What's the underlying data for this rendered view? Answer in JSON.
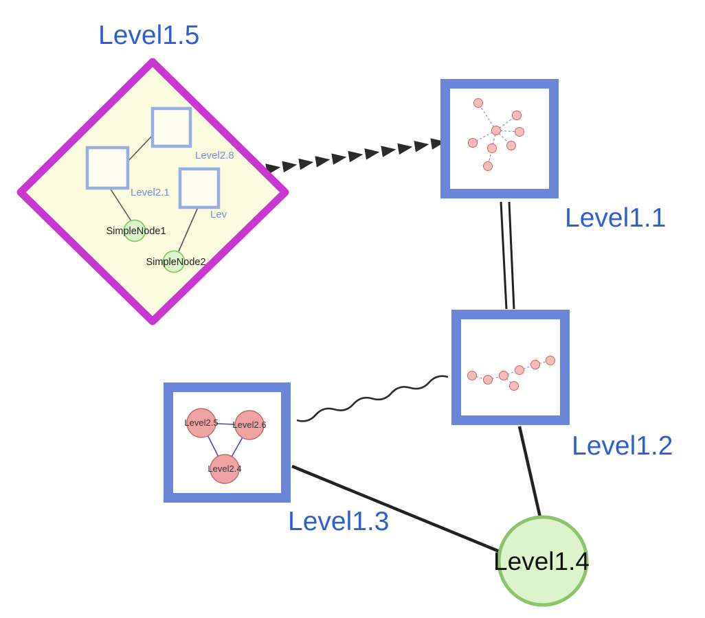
{
  "diagram": {
    "top_nodes": {
      "level15": "Level1.5",
      "level11": "Level1.1",
      "level12": "Level1.2",
      "level13": "Level1.3",
      "level14": "Level1.4"
    },
    "level15_children": {
      "level28": "Level2.8",
      "level21": "Level2.1",
      "lev": "Lev",
      "simplenode1": "SimpleNode1",
      "simplenode2": "SimpleNode2"
    },
    "level13_children": {
      "level25": "Level2.5",
      "level26": "Level2.6",
      "level24": "Level2.4"
    },
    "colors": {
      "label_blue": "#2E5ED1",
      "group_border_blue": "#6A86D8",
      "diamond_border_magenta": "#C837CF",
      "diamond_fill_yellow": "#FBFBE0",
      "inner_square_border": "#97AEDE",
      "inner_square_fill": "#FDFDF0",
      "green_fill": "#DCF3CB",
      "green_border": "#8CC36C",
      "pink_fill": "#F0A3A3",
      "pink_border": "#B86A6A",
      "mini_node_fill": "#F5BCBC",
      "mini_node_border": "#CC6666",
      "edge_dark": "#222222",
      "triangle_edge_blue": "#4444CC",
      "mini_edge_blue": "#8090D0"
    }
  }
}
